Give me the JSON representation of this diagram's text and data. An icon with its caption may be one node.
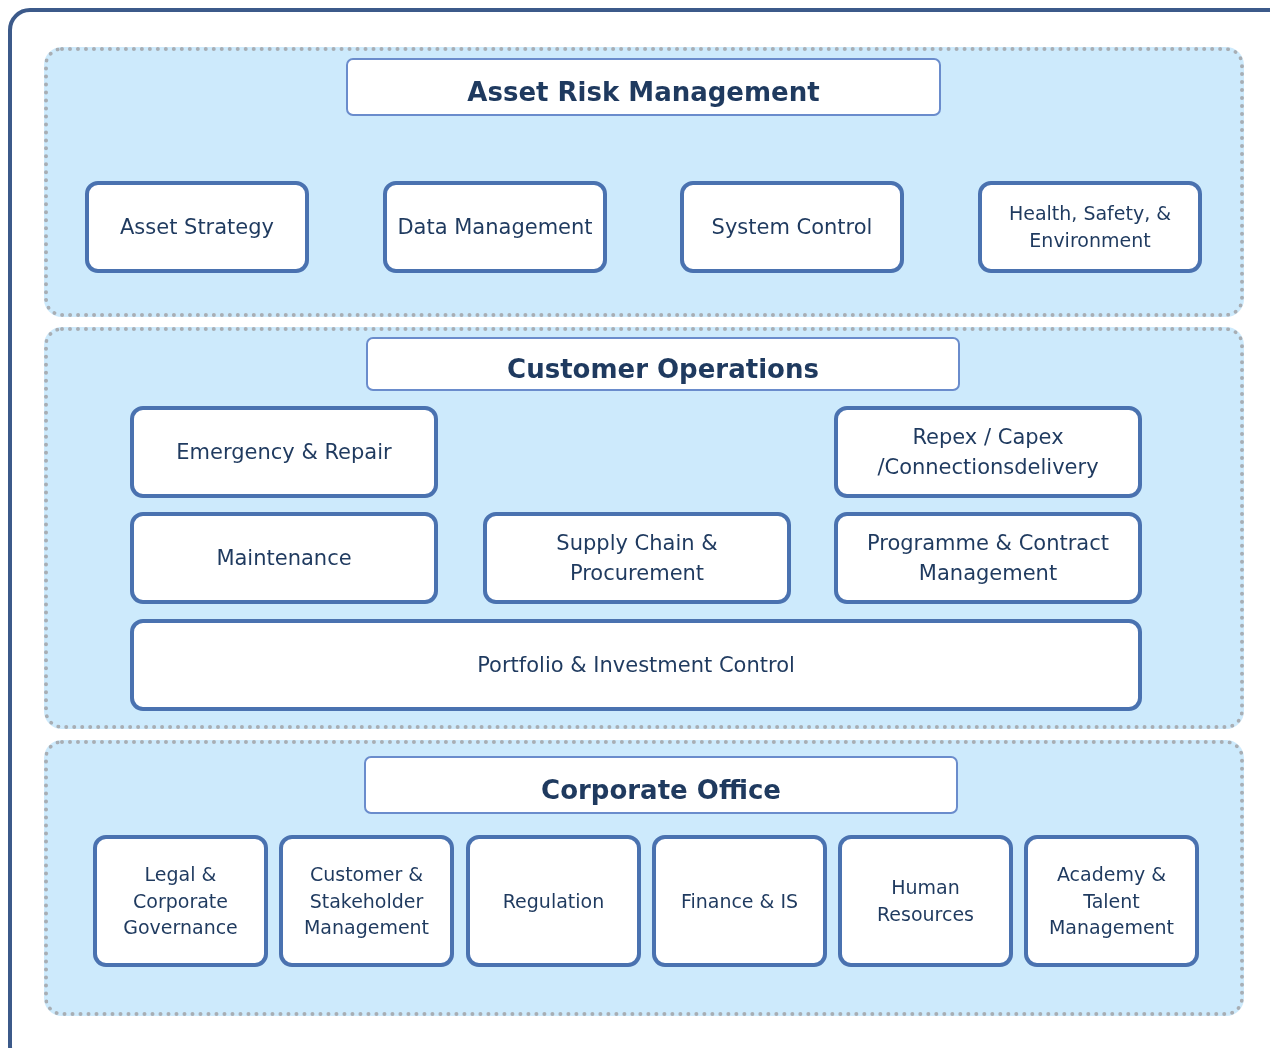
{
  "diagram": {
    "nodes": [
      {
        "text": [],
        "shape": "box"
      },
      {
        "text": [
          "Asset Risk Management"
        ],
        "in": 0
      },
      {
        "text": [
          "Asset Strategy"
        ],
        "in": 0
      },
      {
        "text": [
          "Data Management"
        ],
        "in": 0
      },
      {
        "text": [
          "System Control"
        ],
        "in": 0
      },
      {
        "text": [
          "Health, Safety, & Environment"
        ],
        "in": 0
      },
      {
        "text": [],
        "shape": "box"
      },
      {
        "text": [
          "Customer Operations"
        ],
        "in": 6
      },
      {
        "text": [
          "Emergency & Repair"
        ],
        "in": 6
      },
      {
        "text": [
          "Repex / Capex /Connectionsdelivery"
        ],
        "in": 6
      },
      {
        "text": [
          "Maintenance"
        ],
        "in": 6
      },
      {
        "text": [
          "Supply Chain & Procurement"
        ],
        "in": 6
      },
      {
        "text": [
          "Programme & Contract Management"
        ],
        "in": 6
      },
      {
        "text": [
          "Portfolio & Investment Control"
        ],
        "in": 6
      },
      {
        "text": [],
        "shape": "box"
      },
      {
        "text": [
          "Corporate Office"
        ],
        "in": 14
      },
      {
        "text": [
          "Legal & Corporate Governance"
        ],
        "in": 14
      },
      {
        "text": [
          "Customer & Stakeholder Management"
        ],
        "in": 14
      },
      {
        "text": [
          "Regulation"
        ],
        "in": 14
      },
      {
        "text": [
          "Finance & IS"
        ],
        "in": 14
      },
      {
        "text": [
          "Human Resources"
        ],
        "in": 14
      },
      {
        "text": [
          "Academy & Talent Management"
        ],
        "in": 14
      }
    ],
    "edges": []
  }
}
